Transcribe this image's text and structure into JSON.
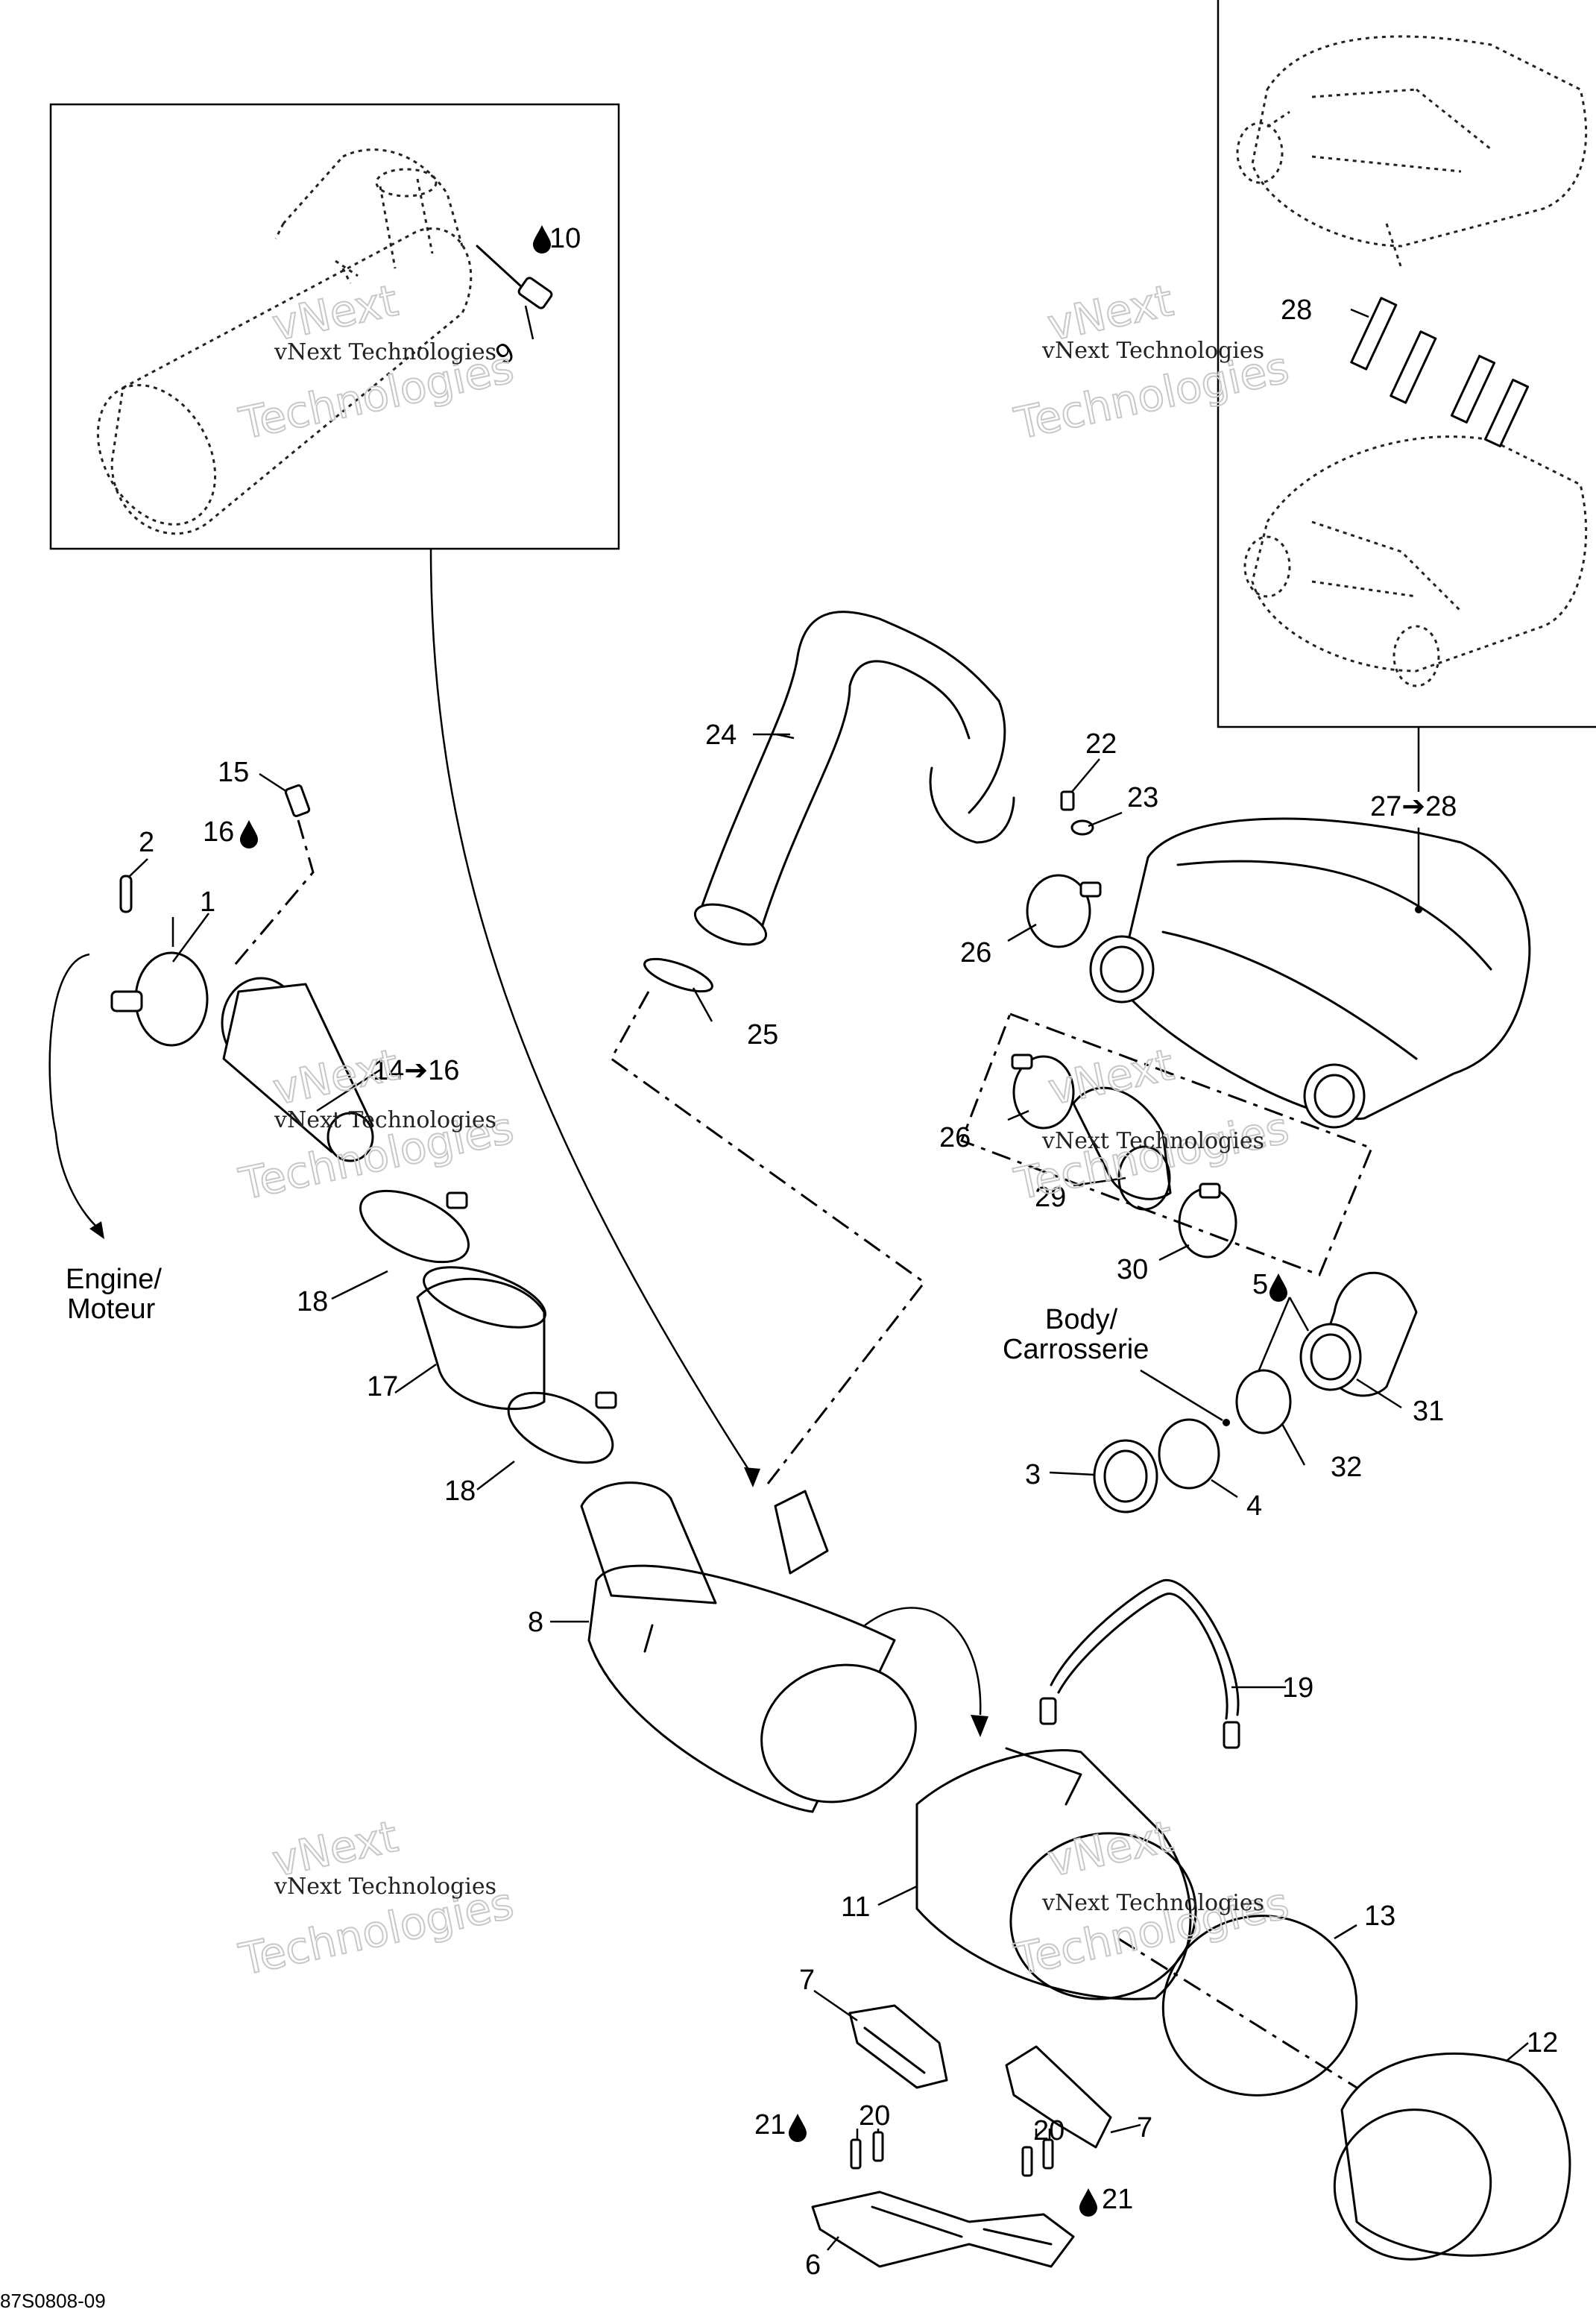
{
  "labels": {
    "p1": "1",
    "p2": "2",
    "p3": "3",
    "p4": "4",
    "p5": "5",
    "p6": "6",
    "p7a": "7",
    "p7b": "7",
    "p8": "8",
    "p9": "9",
    "p10": "10",
    "p11": "11",
    "p12": "12",
    "p13": "13",
    "p14": "14➔16",
    "p15": "15",
    "p16": "16",
    "p17": "17",
    "p18a": "18",
    "p18b": "18",
    "p19": "19",
    "p20a": "20",
    "p20b": "20",
    "p21a": "21",
    "p21b": "21",
    "p22": "22",
    "p23": "23",
    "p24": "24",
    "p25": "25",
    "p26a": "26",
    "p26b": "26",
    "p27": "27➔28",
    "p28": "28",
    "p29": "29",
    "p30": "30",
    "p31": "31",
    "p32": "32"
  },
  "notes": {
    "engine_line1": "Engine/",
    "engine_line2": "Moteur",
    "body_line1": "Body/",
    "body_line2": "Carrosserie"
  },
  "watermark": {
    "line1": "vNext Technologies",
    "line2": "Technologies",
    "line3": "vNext"
  },
  "drawing_code": "87S0808-09",
  "icons": [
    "oil-drop-icon",
    "arrow-icon"
  ]
}
